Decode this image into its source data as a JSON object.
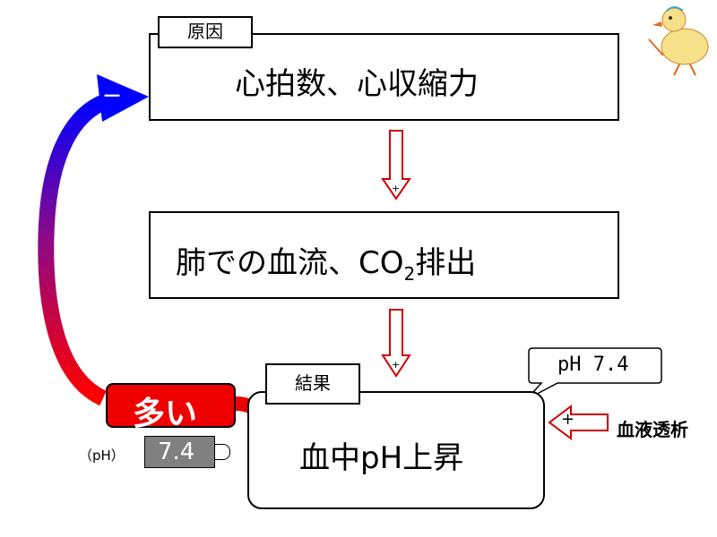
{
  "cause": {
    "tag": "原因",
    "text": "心拍数、心収縮力"
  },
  "middle": {
    "text_prefix": "肺での血流、CO",
    "subscript": "2",
    "text_suffix": "排出"
  },
  "effect": {
    "tag": "結果",
    "text": "血中pH上昇"
  },
  "callout": {
    "text": "pH 7.4"
  },
  "dialysis": {
    "text": "血液透析",
    "plus_sign": "+"
  },
  "feedback": {
    "label": "多い",
    "minus_sign": "－"
  },
  "gauge": {
    "unit_label": "（pH）",
    "value": "7.4"
  },
  "link_signs": {
    "cause_to_middle": "+",
    "middle_to_effect": "+"
  },
  "colors": {
    "arrow_down": "#0000cc",
    "arrow_link": "#cc0000",
    "feedback_start": "#ff0000",
    "feedback_end": "#0000ff",
    "label_bg": "#ee0000",
    "gauge_bg": "#808080"
  }
}
